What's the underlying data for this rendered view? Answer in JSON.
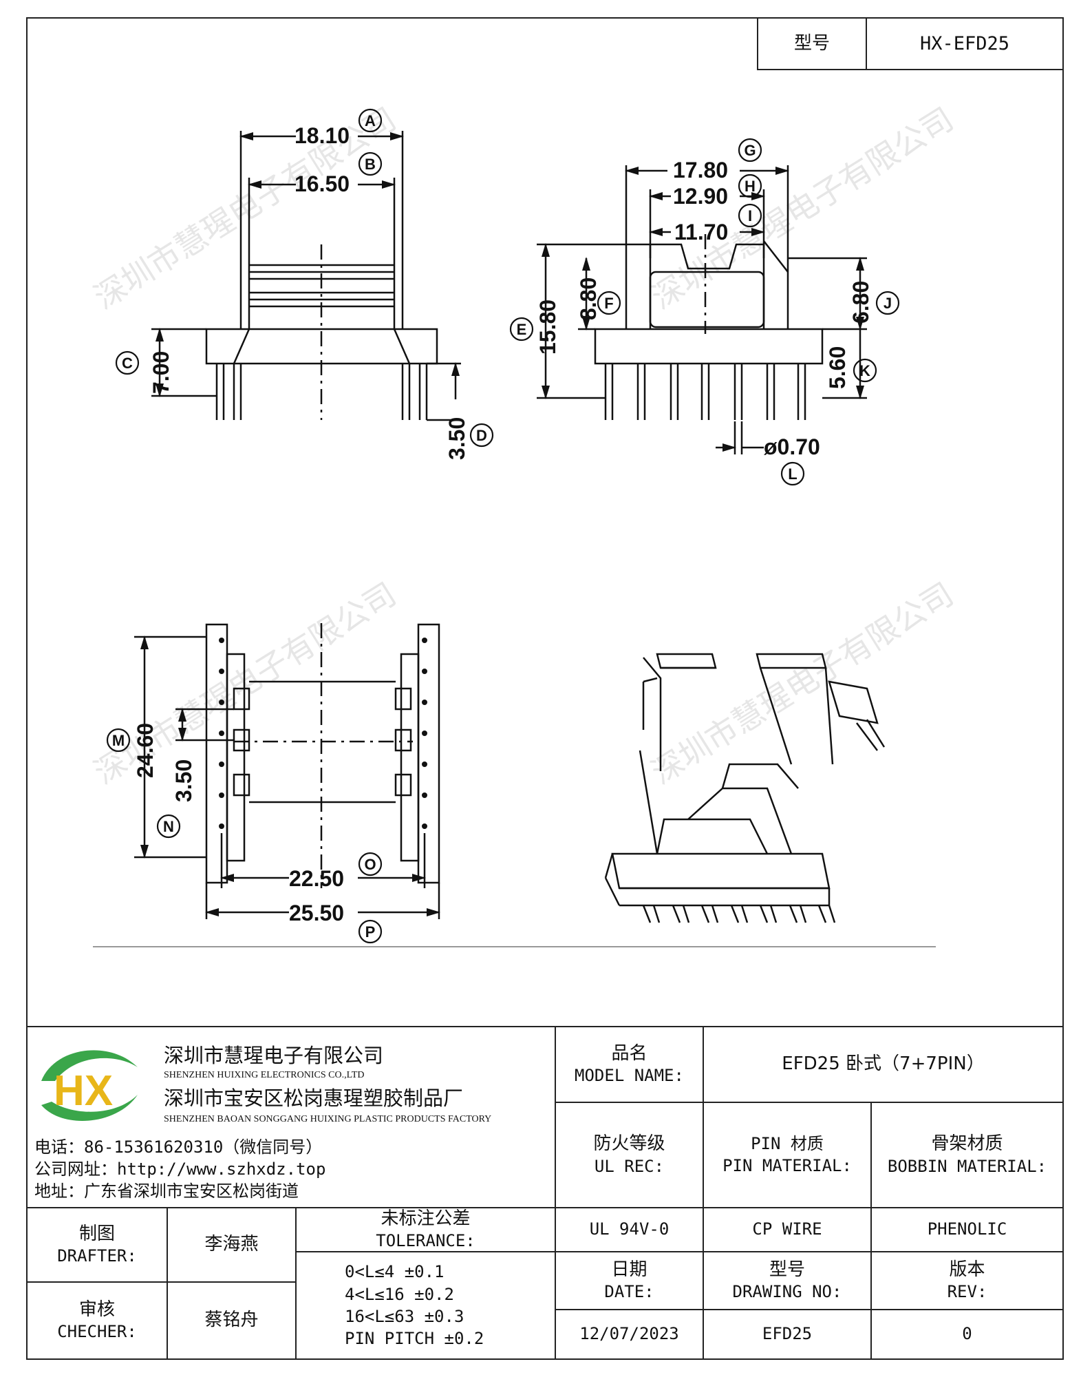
{
  "header": {
    "model_label": "型号",
    "model_value": "HX-EFD25"
  },
  "dimensions": {
    "A": "18.10",
    "B": "16.50",
    "C": "7.00",
    "D": "3.50",
    "E": "15.80",
    "F": "8.80",
    "G": "17.80",
    "H": "12.90",
    "I": "11.70",
    "J": "6.80",
    "K": "5.60",
    "L": "ø0.70",
    "M": "24.60",
    "N": "3.50",
    "O": "22.50",
    "P": "25.50"
  },
  "dimension_markers": {
    "A": "A",
    "B": "B",
    "C": "C",
    "D": "D",
    "E": "E",
    "F": "F",
    "G": "G",
    "H": "H",
    "I": "I",
    "J": "J",
    "K": "K",
    "L": "L",
    "M": "M",
    "N": "N",
    "O": "O",
    "P": "P"
  },
  "watermark": "深圳市慧瑆电子有限公司",
  "company": {
    "logo_text": "HX",
    "name_cn": "深圳市慧瑆电子有限公司",
    "name_en": "SHENZHEN HUIXING ELECTRONICS CO.,LTD",
    "factory_cn": "深圳市宝安区松岗惠瑆塑胶制品厂",
    "factory_en": "SHENZHEN BAOAN SONGGANG HUIXING PLASTIC PRODUCTS FACTORY",
    "phone": "电话：86-15361620310（微信同号）",
    "website": "公司网址：http://www.szhxdz.top",
    "address": "地址：广东省深圳市宝安区松岗街道"
  },
  "title_block": {
    "model_name_cn": "品名",
    "model_name_en": "MODEL NAME:",
    "model_name_value": "EFD25 卧式（7+7PIN）",
    "fire_rating_cn": "防火等级",
    "fire_rating_en": "UL REC:",
    "pin_material_cn": "PIN 材质",
    "pin_material_en": "PIN MATERIAL:",
    "bobbin_material_cn": "骨架材质",
    "bobbin_material_en": "BOBBIN MATERIAL:",
    "fire_rating_value": "UL 94V-0",
    "pin_material_value": "CP WIRE",
    "bobbin_material_value": "PHENOLIC",
    "drafter_cn": "制图",
    "drafter_en": "DRAFTER:",
    "drafter_value": "李海燕",
    "checker_cn": "审核",
    "checker_en": "CHECHER:",
    "checker_value": "蔡铭舟",
    "tolerance_cn": "未标注公差",
    "tolerance_en": "TOLERANCE:",
    "tolerance_lines": [
      "0<L≤4  ±0.1",
      "4<L≤16 ±0.2",
      "16<L≤63 ±0.3",
      "PIN PITCH ±0.2"
    ],
    "date_cn": "日期",
    "date_en": "DATE:",
    "date_value": "12/07/2023",
    "drawing_no_cn": "型号",
    "drawing_no_en": "DRAWING NO:",
    "drawing_no_value": "EFD25",
    "rev_cn": "版本",
    "rev_en": "REV:",
    "rev_value": "0"
  },
  "colors": {
    "line": "#222222",
    "logo_green": "#3aa64a",
    "logo_yellow": "#e8b619"
  }
}
